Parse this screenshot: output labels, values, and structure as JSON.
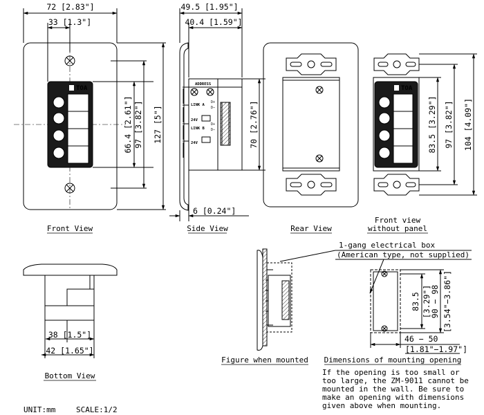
{
  "front_view": {
    "caption": "Front View",
    "dim_width": "72 [2.83\"]",
    "dim_center": "33 [1.3\"]",
    "dim_66": "66.4 [2.61\"]",
    "dim_97": "97 [3.82\"]",
    "dim_127": "127 [5\"]",
    "logo": "TOA"
  },
  "side_view": {
    "caption": "Side View",
    "dim_49": "49.5 [1.95\"]",
    "dim_40": "40.4 [1.59\"]",
    "dim_70": "70 [2.76\"]",
    "dim_6": "6 [0.24\"]",
    "address": "ADDRESS",
    "link_a": "LINK A",
    "link_b": "LINK B",
    "v24": "24V",
    "term_d_plus": "D+",
    "term_d_minus": "D−",
    "term_plus": "+",
    "term_minus": "−"
  },
  "rear_view": {
    "caption": "Rear View"
  },
  "front_view_no_panel": {
    "caption_line1": "Front view",
    "caption_line2": "without panel",
    "dim_83": "83.5 [3.29\"]",
    "dim_97": "97 [3.82\"]",
    "dim_104": "104 [4.09\"]",
    "logo": "TOA"
  },
  "bottom_view": {
    "caption": "Bottom View",
    "dim_38": "38 [1.5\"]",
    "dim_42": "42 [1.65\"]"
  },
  "mounted": {
    "caption": "Figure when mounted"
  },
  "mounting_opening": {
    "box_label_1": "1-gang electrical box",
    "box_label_2": "(American type, not supplied)",
    "caption": "Dimensions of mounting opening",
    "dim_83": "83.5",
    "dim_83_in": "[3.29\"]",
    "dim_90": "90 − 98",
    "dim_90_in": "[3.54\"−3.86\"]",
    "dim_46": "46 − 50",
    "dim_46_in": "[1.81\"−1.97\"]"
  },
  "note": [
    "If the opening is too small or",
    "too large, the ZM-9011 cannot be",
    "mounted in the wall. Be sure to",
    "make an opening with dimensions",
    "given above when mounting."
  ],
  "footer": {
    "unit": "UNIT:mm",
    "scale": "SCALE:1/2"
  }
}
